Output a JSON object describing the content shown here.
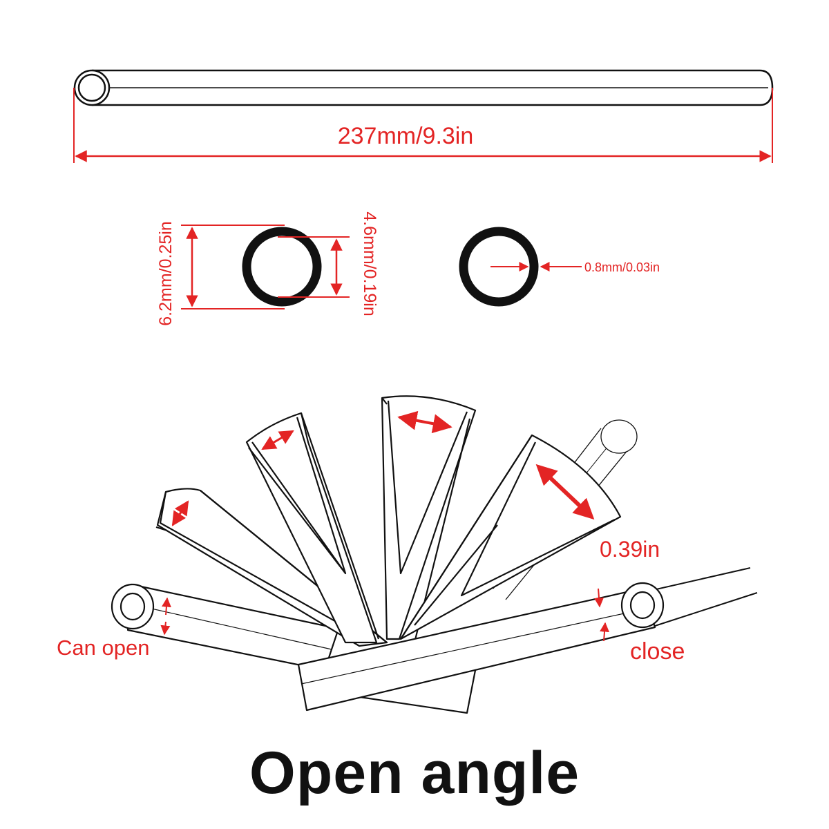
{
  "length_label": "237mm/9.3in",
  "outer_diameter_label": "6.2mm/0.25in",
  "inner_diameter_label": "4.6mm/0.19in",
  "wall_label": "0.8mm/0.03in",
  "opening_label": "0.39in",
  "can_open_label": "Can open",
  "close_label": "close",
  "caption": "Open angle",
  "colors": {
    "dimension": "#e32424",
    "outline": "#111111"
  }
}
